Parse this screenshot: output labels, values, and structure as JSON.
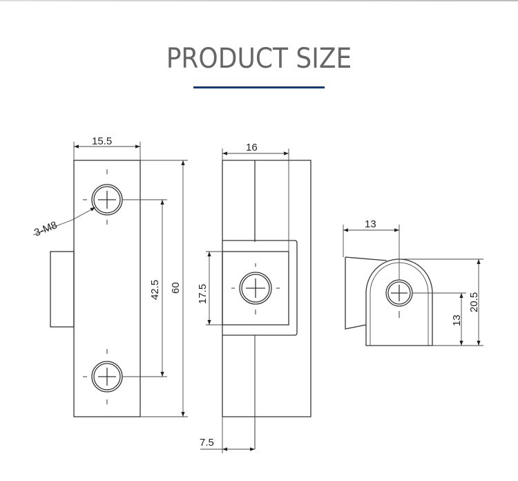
{
  "header": {
    "title": "PRODUCT SIZE"
  },
  "colors": {
    "accent": "#0a3d8c",
    "title": "#666666",
    "line": "#333333"
  },
  "diagram": {
    "front_view": {
      "width": "15.5",
      "height": "60",
      "hole_spacing": "42.5",
      "hole_callout": "3-M8"
    },
    "side_view": {
      "width": "16",
      "block_height": "17.5",
      "offset": "7.5"
    },
    "end_view": {
      "width": "13",
      "height": "20.5",
      "hole_height": "13"
    }
  }
}
